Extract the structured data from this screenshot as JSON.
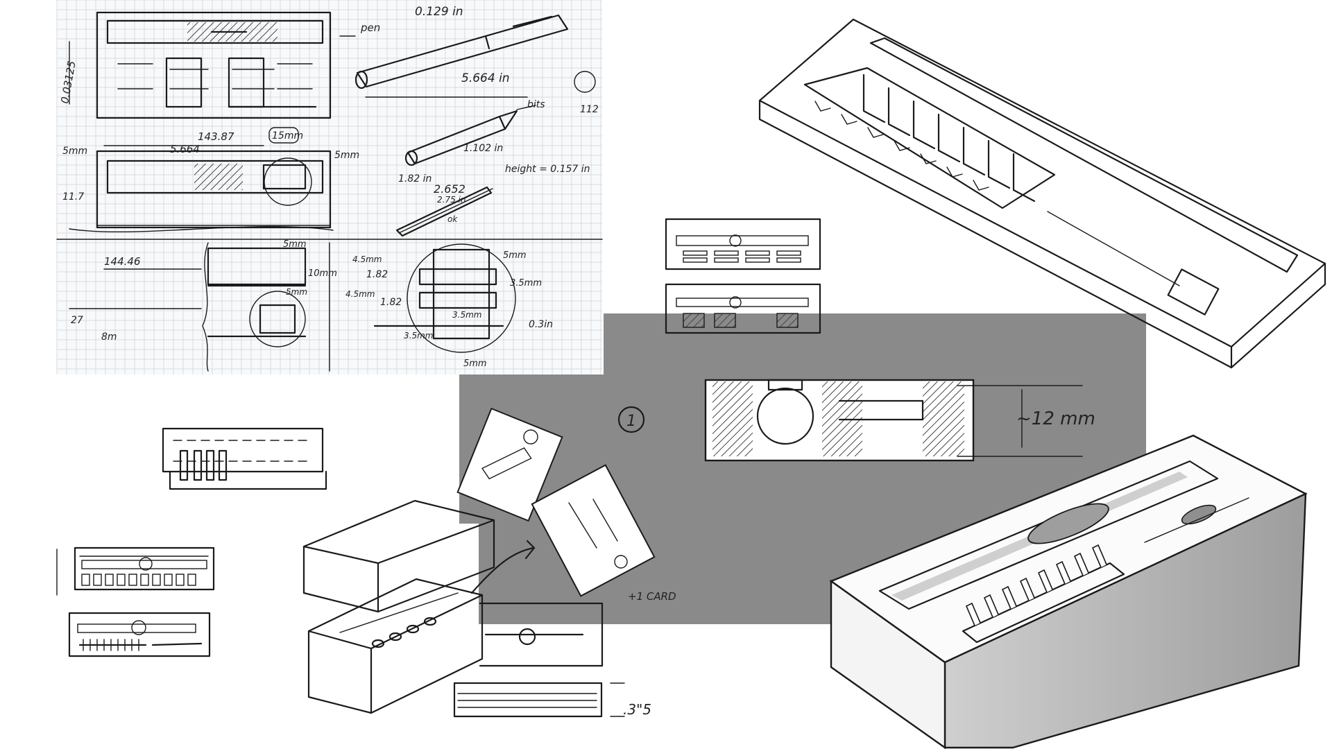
{
  "colors": {
    "background": "#ffffff",
    "panel_gray": "#8a8a8a",
    "grid_line": "#cfd3d8",
    "ink": "#1a1a1a",
    "hatch": "#444444",
    "shade": "#b9b9b9"
  },
  "annotations": {
    "pen_diameter": "0.129 in",
    "pen_label": "pen",
    "pen_length": "5.664 in",
    "bits_label": "bits",
    "bit_length": "1.102 in",
    "bit_width": "1.82 in",
    "bit_height": "height = 0.157 in",
    "side_margin": "0.03125",
    "tray_length_mm": "143.87",
    "tray_length_in": "5.664",
    "gap_15mm": "15mm",
    "margin_5mm_left": "5mm",
    "margin_5mm_right": "5mm",
    "tray_height": "11.7",
    "knife_len_a": "2.652",
    "knife_len_b": "2.75 in",
    "knife_label": "ok",
    "detail_length": "144.46",
    "detail_5mm_top": "5mm",
    "detail_10mm": "10mm",
    "detail_5mm_mid": "5mm",
    "detail_27": "27",
    "detail_8mm": "8m",
    "slot_45mm_a": "4.5mm",
    "slot_182_a": "1.82",
    "slot_45mm_b": "4.5mm",
    "slot_182_b": "1.82",
    "slot_5mm": "5mm",
    "slot_35mm": "3.5mm",
    "slot_35mm_b": "3.5mm",
    "slot_3mm": "3.5mm",
    "slot_03in": "0.3in",
    "slot_bottom_5mm": "5mm",
    "corner_note": "112",
    "circle_number": "1",
    "height_12mm": "~12 mm",
    "card_note": "+1 CARD",
    "depth_note": ".3\"5"
  }
}
